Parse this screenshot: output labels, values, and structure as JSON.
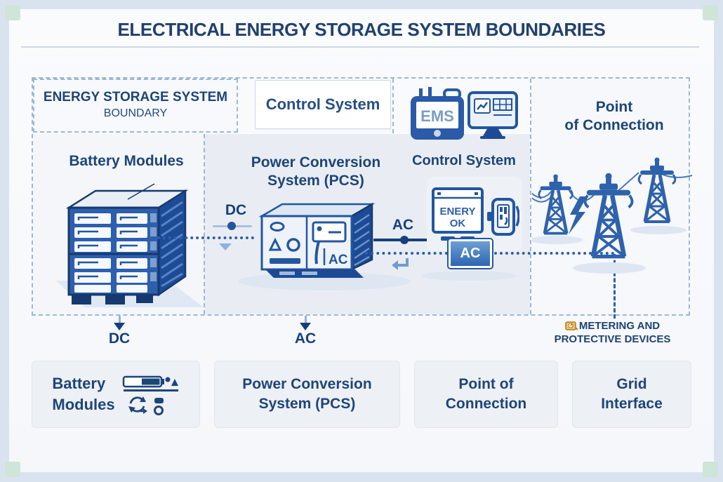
{
  "title": "ELECTRICAL ENERGY STORAGE SYSTEM BOUNDARIES",
  "boundary_label": {
    "line1": "ENERGY STORAGE SYSTEM",
    "line2": "BOUNDARY"
  },
  "control_system_top_label": "Control System",
  "point_of_connection_label": {
    "line1": "Point",
    "line2": "of Connection"
  },
  "battery_modules_label": "Battery Modules",
  "pcs_label": {
    "line1": "Power Conversion",
    "line2": "System (PCS)"
  },
  "control_system_mid_label": "Control System",
  "flow": {
    "dc_mid": "DC",
    "ac_mid": "AC",
    "dc_out": "DC",
    "ac_out": "AC"
  },
  "devices": {
    "ems_screen": "EMS",
    "status_line1": "ENERY",
    "status_line2": "OK",
    "ac_badge": "AC",
    "pcs_screen": "AC"
  },
  "metering_label": {
    "line1": "METERING AND",
    "line2": "PROTECTIVE DEVICES"
  },
  "bottom_boxes": [
    {
      "line1": "Battery",
      "line2": "Modules"
    },
    {
      "line1": "Power Conversion",
      "line2": "System (PCS)"
    },
    {
      "line1": "Point of",
      "line2": "Connection"
    },
    {
      "line1": "Grid",
      "line2": "Interface"
    }
  ],
  "icons": {
    "ems_device": "ems-tablet-icon",
    "dashboard_monitor": "dashboard-monitor-icon",
    "status_monitor": "status-monitor-icon",
    "handheld_meter": "handheld-meter-icon",
    "battery_rack": "battery-rack-illustration",
    "pcs_cabinet": "pcs-cabinet-illustration",
    "transmission_towers": "transmission-towers-illustration",
    "lightning": "lightning-bolt-icon",
    "meter": "meter-icon",
    "battery_gauge": "battery-gauge-icon",
    "cycle_arrows": "cycle-arrows-icon"
  },
  "colors": {
    "navy": "#1d4578",
    "title": "#21406f",
    "blue": "#2e5fae",
    "dark_blue": "#16407c",
    "accent_fill": "#2d66b2",
    "dashed_border": "#9db8d8",
    "outer_bg": "#d9e3ef",
    "panel_bg": "#f8fafc",
    "box_bg": "#edf0f5",
    "corner_green": "#cfe5d8",
    "meter_orange": "#eec06a"
  }
}
